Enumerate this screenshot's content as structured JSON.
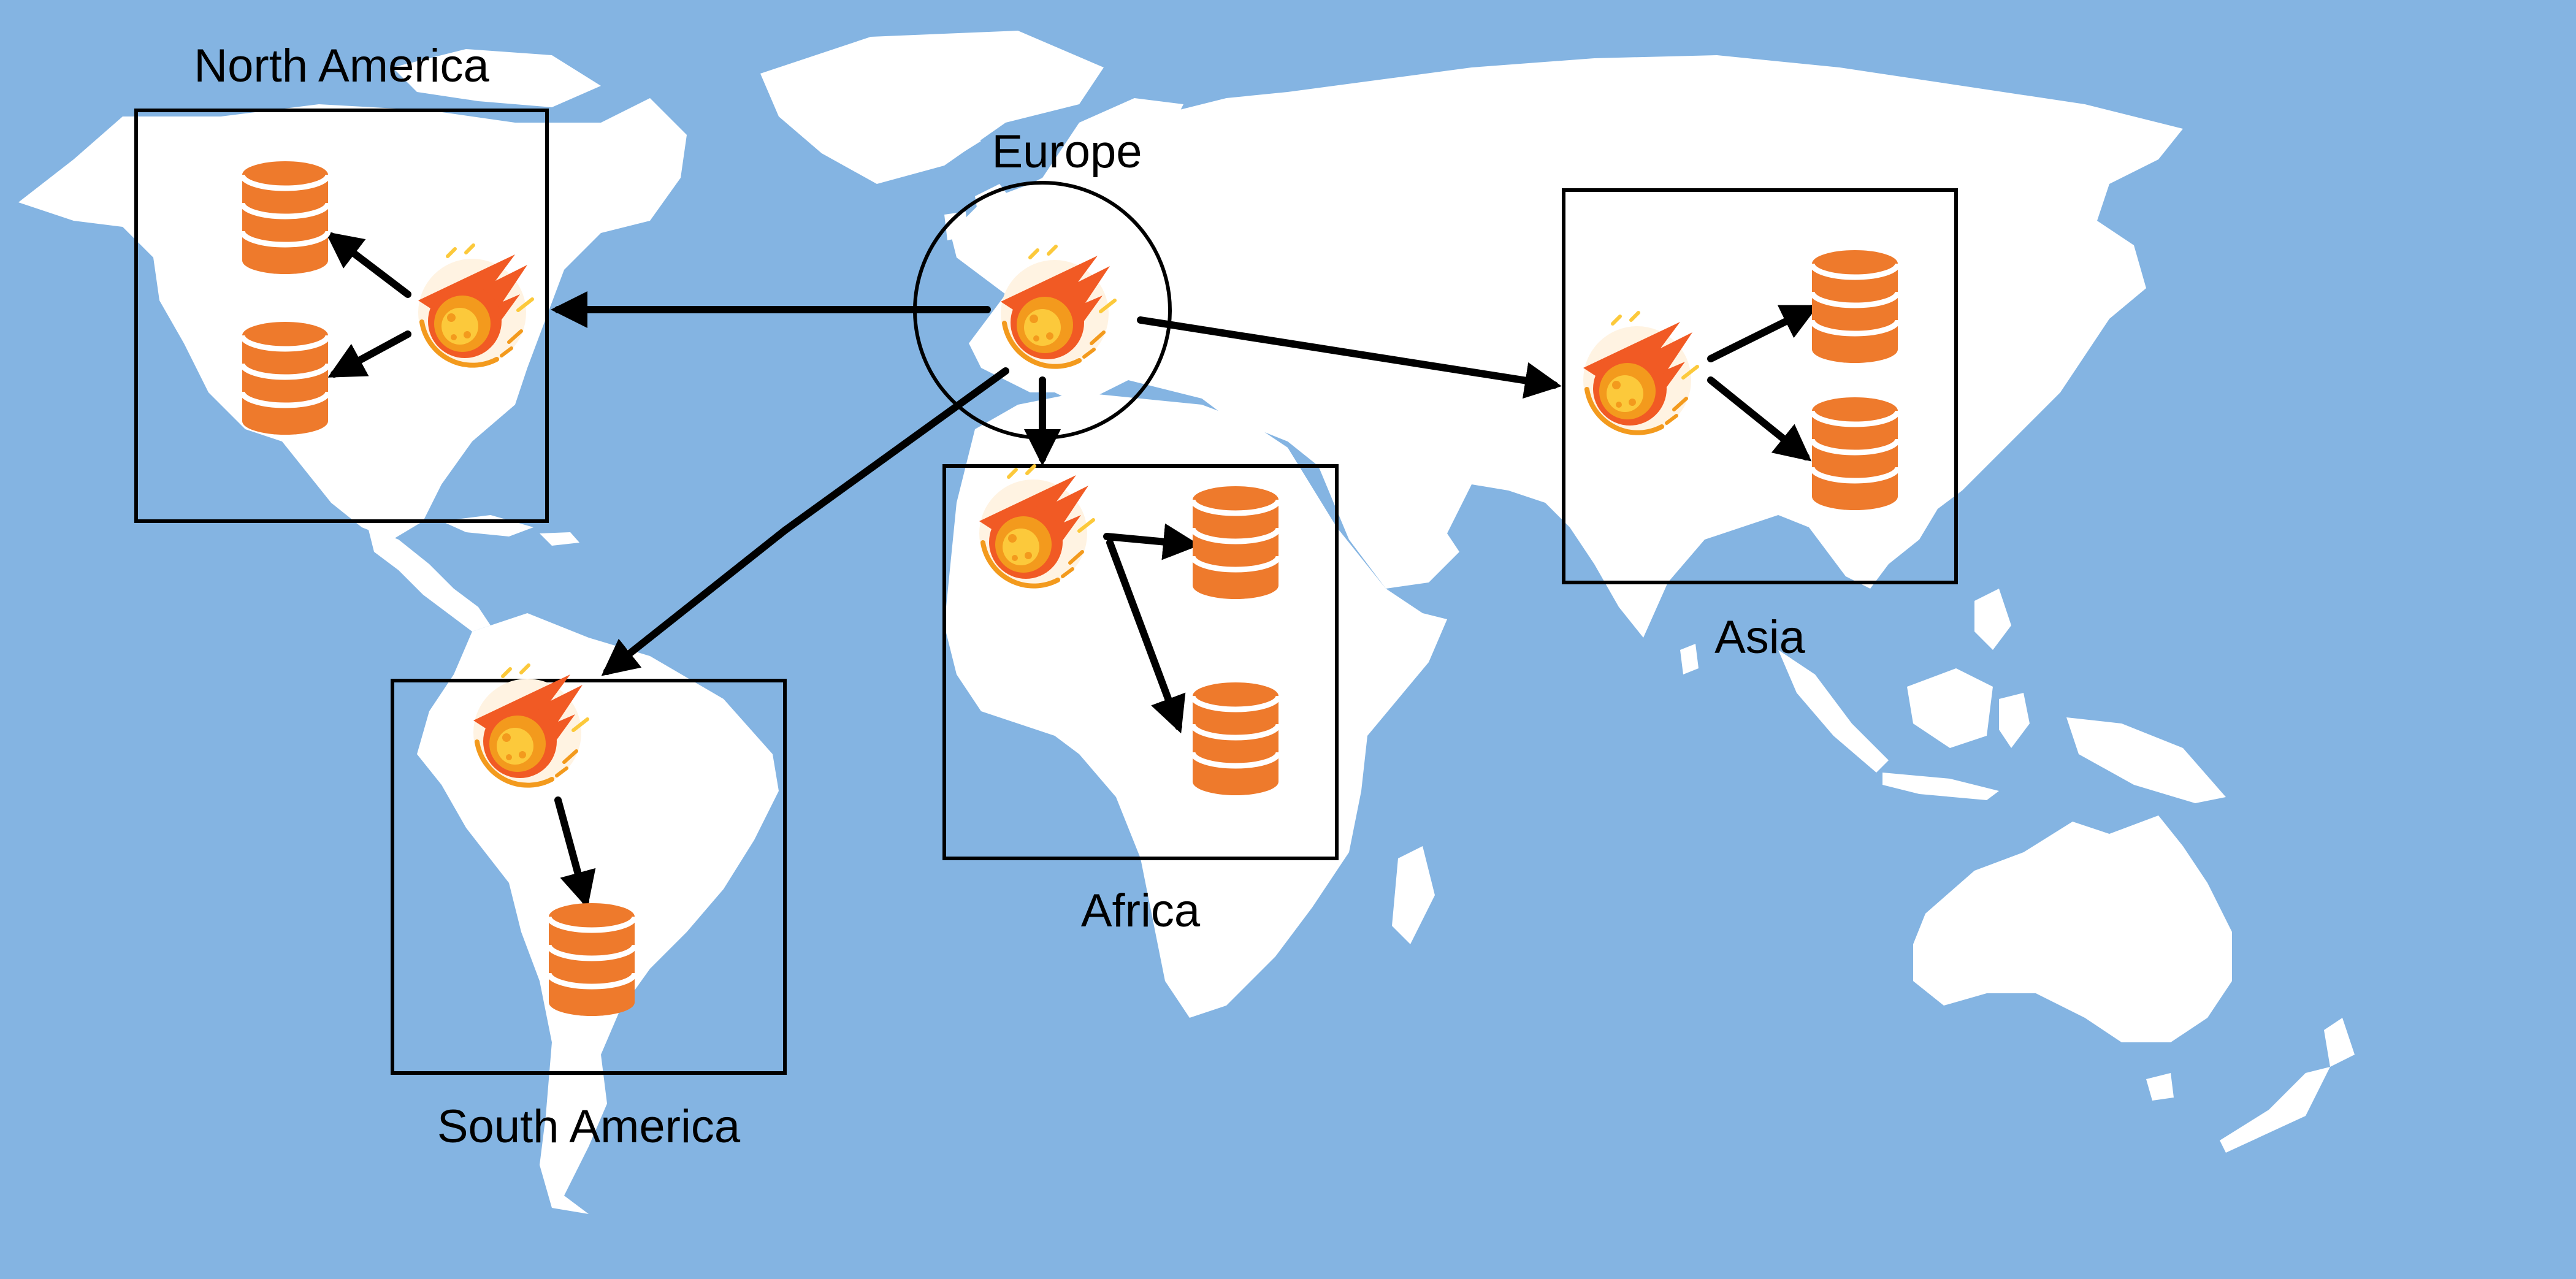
{
  "regions": {
    "north_america": {
      "label": "North America"
    },
    "europe": {
      "label": "Europe"
    },
    "africa": {
      "label": "Africa"
    },
    "asia": {
      "label": "Asia"
    },
    "south_america": {
      "label": "South America"
    }
  },
  "icons": {
    "node": "comet-icon",
    "store": "database-icon"
  },
  "colors": {
    "ocean": "#84b4e2",
    "land": "#ffffff",
    "database": "#ee7a2c",
    "comet_outer": "#f39a1d",
    "comet_inner": "#f15a24",
    "comet_tail": "#fcc93b",
    "line": "#000000"
  }
}
